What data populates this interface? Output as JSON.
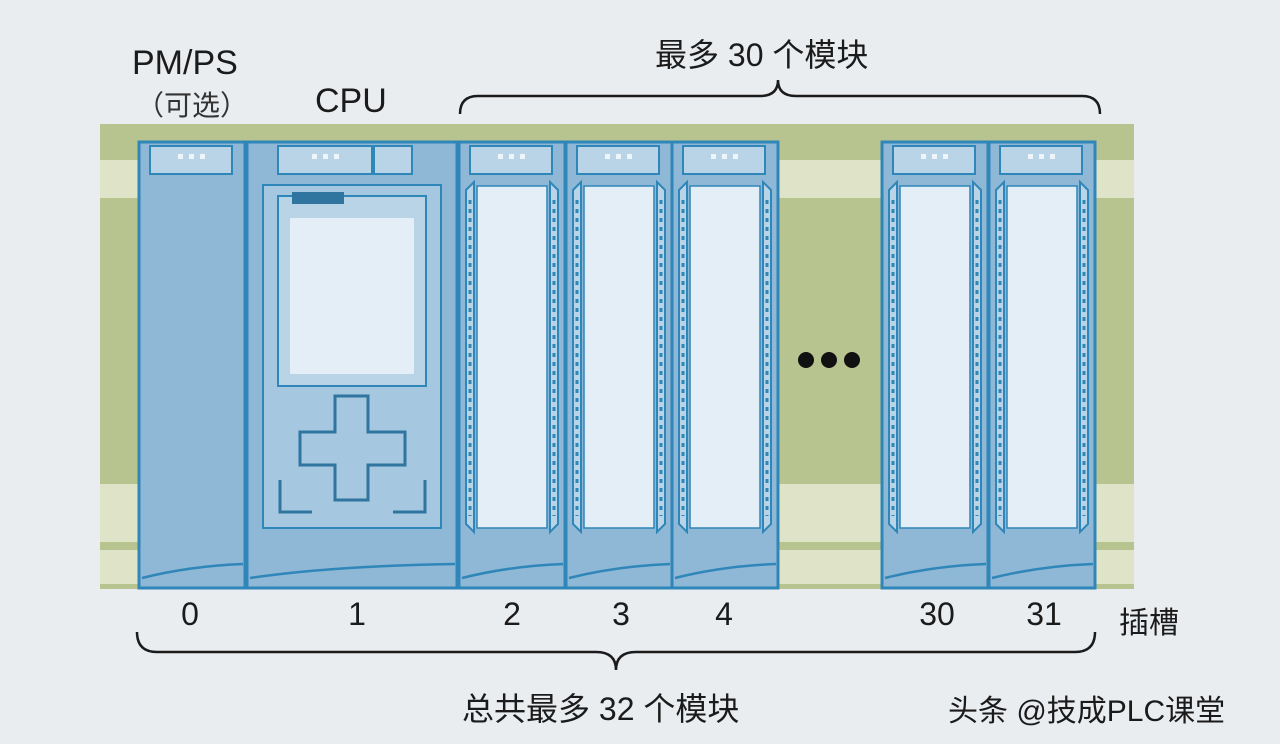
{
  "labels": {
    "pm_ps": "PM/PS",
    "optional": "（可选）",
    "cpu": "CPU",
    "max_modules_top": "最多  30 个模块",
    "total_modules_bottom": "总共最多  32 个模块",
    "slot_title": "插槽",
    "ellipsis": "•••"
  },
  "slots": [
    "0",
    "1",
    "2",
    "3",
    "4",
    "30",
    "31"
  ],
  "watermark": "头条 @技成PLC课堂",
  "colors": {
    "rail": "#b8c490",
    "rail_light": "#dfe4c8",
    "module_fill": "#8fb7d6",
    "module_border": "#2f86b8",
    "module_window": "#e4eef7",
    "page_bg": "#eaedf0"
  }
}
